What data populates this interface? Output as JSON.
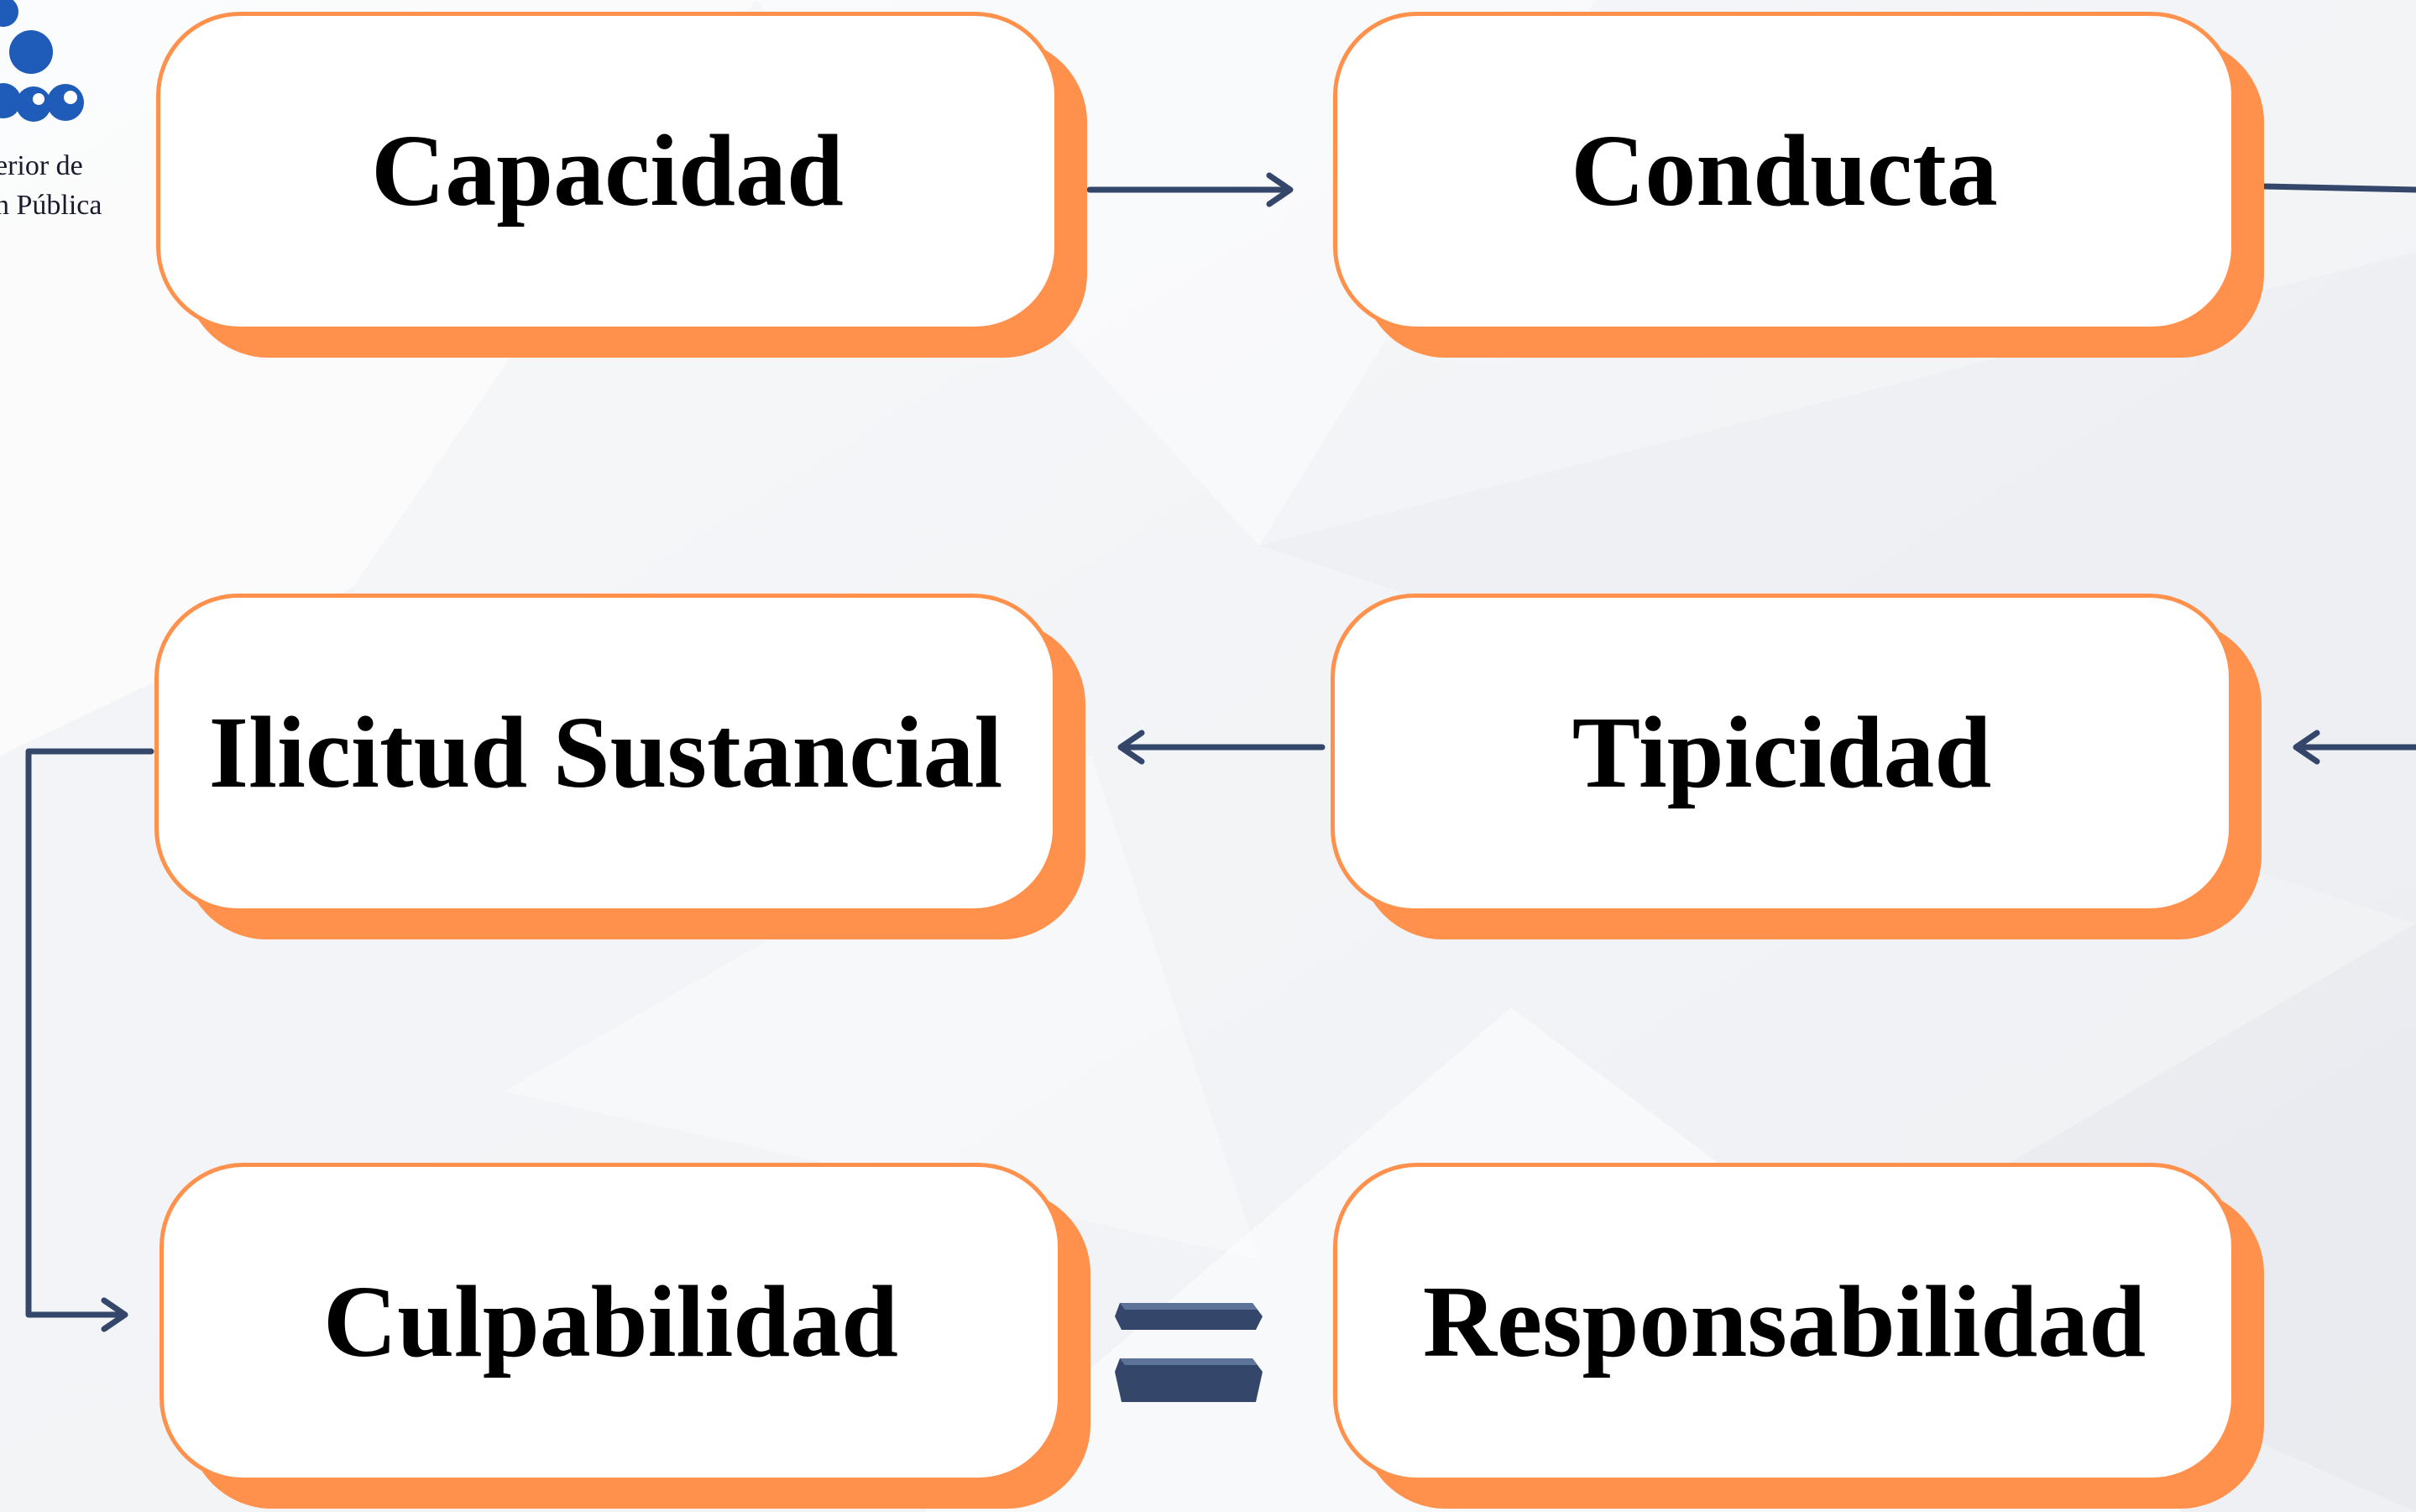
{
  "logo": {
    "line1": "erior de",
    "line2": "n Pública"
  },
  "boxes": {
    "capacidad": "Capacidad",
    "conducta": "Conducta",
    "ilicitud": "Ilicitud Sustancial",
    "tipicidad": "Tipicidad",
    "culpabilidad": "Culpabilidad",
    "responsabilidad": "Responsabilidad"
  },
  "colors": {
    "box_border": "#FF914D",
    "box_fill": "#FFFFFF",
    "connector": "#34476B",
    "equals_sign": "#34476B",
    "logo_blue": "#1F5BB8"
  },
  "icons": {
    "equals": "equals-icon",
    "logo": "logo-circles-icon"
  }
}
